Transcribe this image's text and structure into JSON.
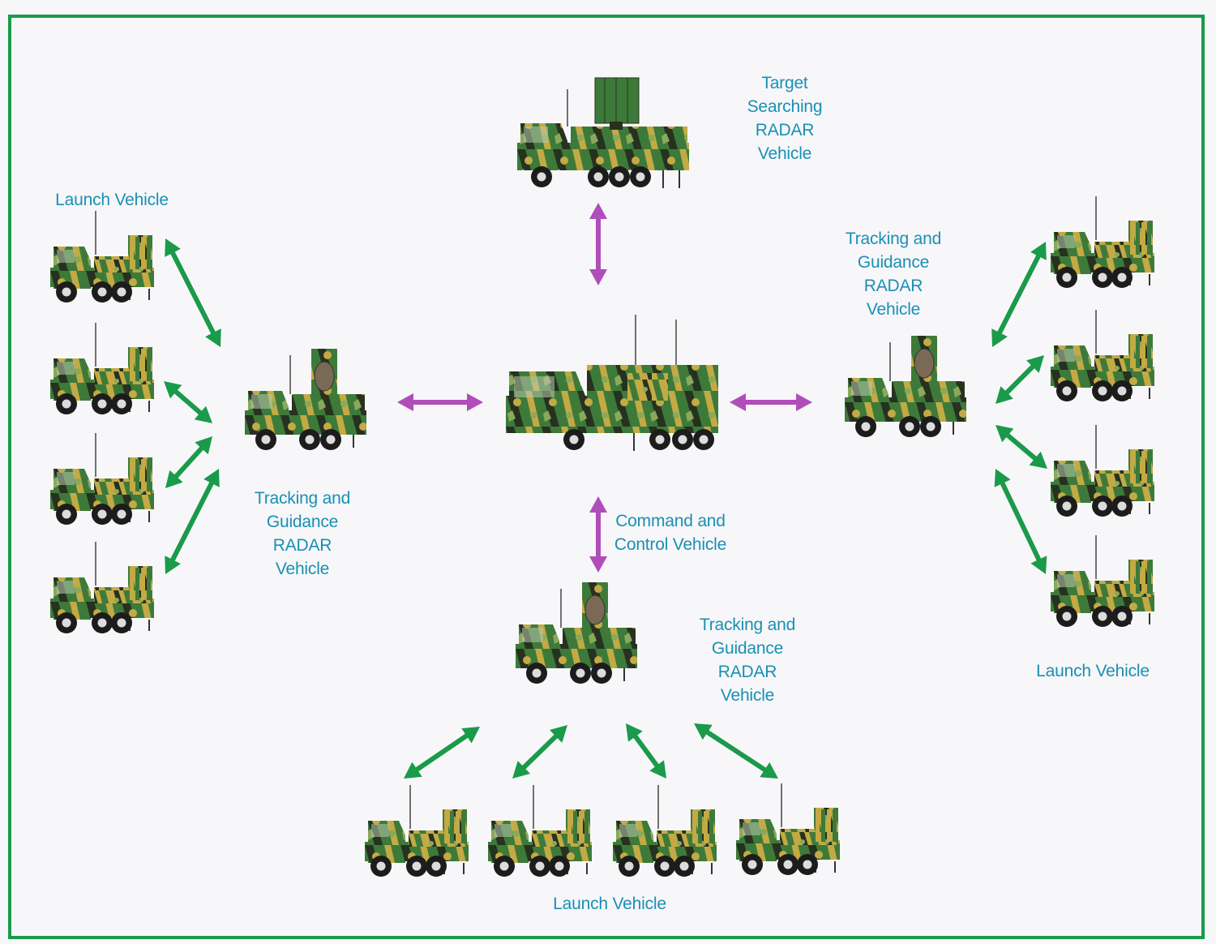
{
  "labels": {
    "target_search_radar": "Target\nSearching\nRADAR\nVehicle",
    "tracking_radar_left": "Tracking and\nGuidance\nRADAR\nVehicle",
    "tracking_radar_right": "Tracking and\nGuidance\nRADAR\nVehicle",
    "tracking_radar_bottom": "Tracking and\nGuidance\nRADAR\nVehicle",
    "command_control": "Command and\nControl Vehicle",
    "launch_left": "Launch Vehicle",
    "launch_right": "Launch Vehicle",
    "launch_bottom": "Launch Vehicle"
  },
  "colors": {
    "frame": "#1a9a4a",
    "label_text": "#1a8fb5",
    "radar_link_arrow": "#b04dbb",
    "launcher_link_arrow": "#1a9a4a",
    "camo_green": "#3d7a3a",
    "camo_dark": "#26321f",
    "camo_tan": "#c3aa44",
    "camo_light": "#8aa95a"
  },
  "nodes": [
    {
      "id": "target-search-radar",
      "type": "radar-search"
    },
    {
      "id": "command-control",
      "type": "command"
    },
    {
      "id": "tracking-radar-left",
      "type": "radar-tracking"
    },
    {
      "id": "tracking-radar-right",
      "type": "radar-tracking"
    },
    {
      "id": "tracking-radar-bottom",
      "type": "radar-tracking"
    },
    {
      "id": "launcher-left-1",
      "type": "launcher"
    },
    {
      "id": "launcher-left-2",
      "type": "launcher"
    },
    {
      "id": "launcher-left-3",
      "type": "launcher"
    },
    {
      "id": "launcher-left-4",
      "type": "launcher"
    },
    {
      "id": "launcher-right-1",
      "type": "launcher"
    },
    {
      "id": "launcher-right-2",
      "type": "launcher"
    },
    {
      "id": "launcher-right-3",
      "type": "launcher"
    },
    {
      "id": "launcher-right-4",
      "type": "launcher"
    },
    {
      "id": "launcher-bottom-1",
      "type": "launcher"
    },
    {
      "id": "launcher-bottom-2",
      "type": "launcher"
    },
    {
      "id": "launcher-bottom-3",
      "type": "launcher"
    },
    {
      "id": "launcher-bottom-4",
      "type": "launcher"
    }
  ],
  "links": [
    {
      "from": "command-control",
      "to": "target-search-radar",
      "kind": "radar"
    },
    {
      "from": "command-control",
      "to": "tracking-radar-left",
      "kind": "radar"
    },
    {
      "from": "command-control",
      "to": "tracking-radar-right",
      "kind": "radar"
    },
    {
      "from": "command-control",
      "to": "tracking-radar-bottom",
      "kind": "radar"
    },
    {
      "from": "tracking-radar-left",
      "to": "launcher-left-1",
      "kind": "launcher"
    },
    {
      "from": "tracking-radar-left",
      "to": "launcher-left-2",
      "kind": "launcher"
    },
    {
      "from": "tracking-radar-left",
      "to": "launcher-left-3",
      "kind": "launcher"
    },
    {
      "from": "tracking-radar-left",
      "to": "launcher-left-4",
      "kind": "launcher"
    },
    {
      "from": "tracking-radar-right",
      "to": "launcher-right-1",
      "kind": "launcher"
    },
    {
      "from": "tracking-radar-right",
      "to": "launcher-right-2",
      "kind": "launcher"
    },
    {
      "from": "tracking-radar-right",
      "to": "launcher-right-3",
      "kind": "launcher"
    },
    {
      "from": "tracking-radar-right",
      "to": "launcher-right-4",
      "kind": "launcher"
    },
    {
      "from": "tracking-radar-bottom",
      "to": "launcher-bottom-1",
      "kind": "launcher"
    },
    {
      "from": "tracking-radar-bottom",
      "to": "launcher-bottom-2",
      "kind": "launcher"
    },
    {
      "from": "tracking-radar-bottom",
      "to": "launcher-bottom-3",
      "kind": "launcher"
    },
    {
      "from": "tracking-radar-bottom",
      "to": "launcher-bottom-4",
      "kind": "launcher"
    }
  ]
}
